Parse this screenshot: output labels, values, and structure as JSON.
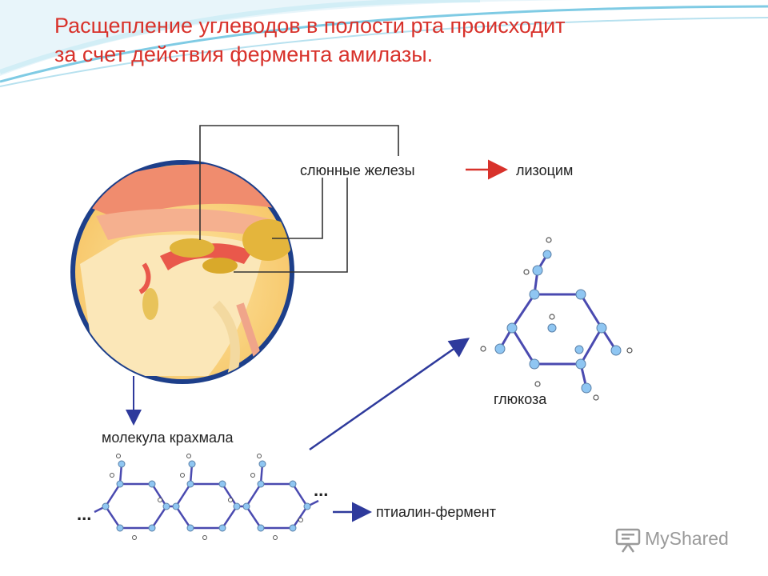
{
  "title": {
    "line1": "Расщепление углеводов в полости рта происходит",
    "line2": "за счет действия фермента амилазы."
  },
  "labels": {
    "salivary_glands": "слюнные железы",
    "lysozyme": "лизоцим",
    "glucose": "глюкоза",
    "starch_molecule": "молекула крахмала",
    "ptyalin": "птиалин-фермент",
    "ellipsis_left": "...",
    "ellipsis_right": "..."
  },
  "watermark": {
    "text": "MyShared",
    "icon": "presentation-board-icon"
  },
  "colors": {
    "title": "#d8322b",
    "red_arrow": "#d8322b",
    "blue_arrow": "#2e3a9c",
    "bond": "#4a4ab0",
    "atom": "#8fc6f2",
    "atom_dark": "#5a6470"
  }
}
